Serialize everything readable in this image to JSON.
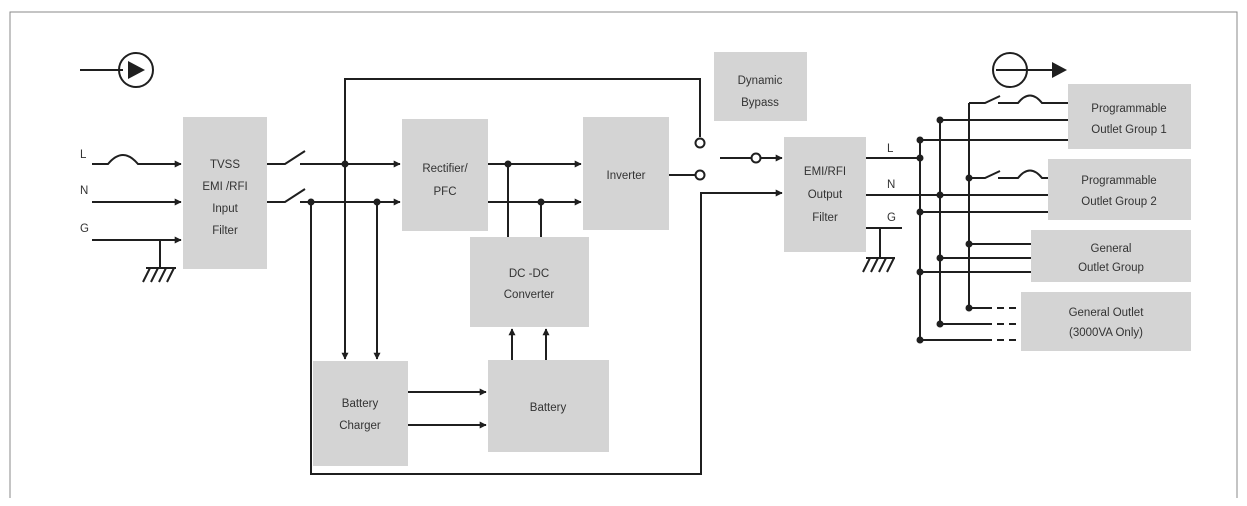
{
  "blocks": {
    "input_filter": [
      "TVSS",
      "EMI /RFI",
      "Input",
      "Filter"
    ],
    "rectifier": [
      "Rectifier/",
      "PFC"
    ],
    "inverter": [
      "Inverter"
    ],
    "dynamic_bypass": [
      "Dynamic",
      "Bypass"
    ],
    "output_filter": [
      "EMI/RFI",
      "Output",
      "Filter"
    ],
    "dcdc": [
      "DC -DC",
      "Converter"
    ],
    "battery_charger": [
      "Battery",
      "Charger"
    ],
    "battery": [
      "Battery"
    ],
    "outlet_group_1": [
      "Programmable",
      "Outlet Group 1"
    ],
    "outlet_group_2": [
      "Programmable",
      "Outlet Group 2"
    ],
    "general_outlet_group": [
      "General",
      "Outlet Group"
    ],
    "general_outlet_3000": [
      "General Outlet",
      "(3000VA Only)"
    ]
  },
  "input_wires": {
    "l": "L",
    "n": "N",
    "g": "G"
  },
  "output_wires": {
    "l": "L",
    "n": "N",
    "g": "G"
  }
}
